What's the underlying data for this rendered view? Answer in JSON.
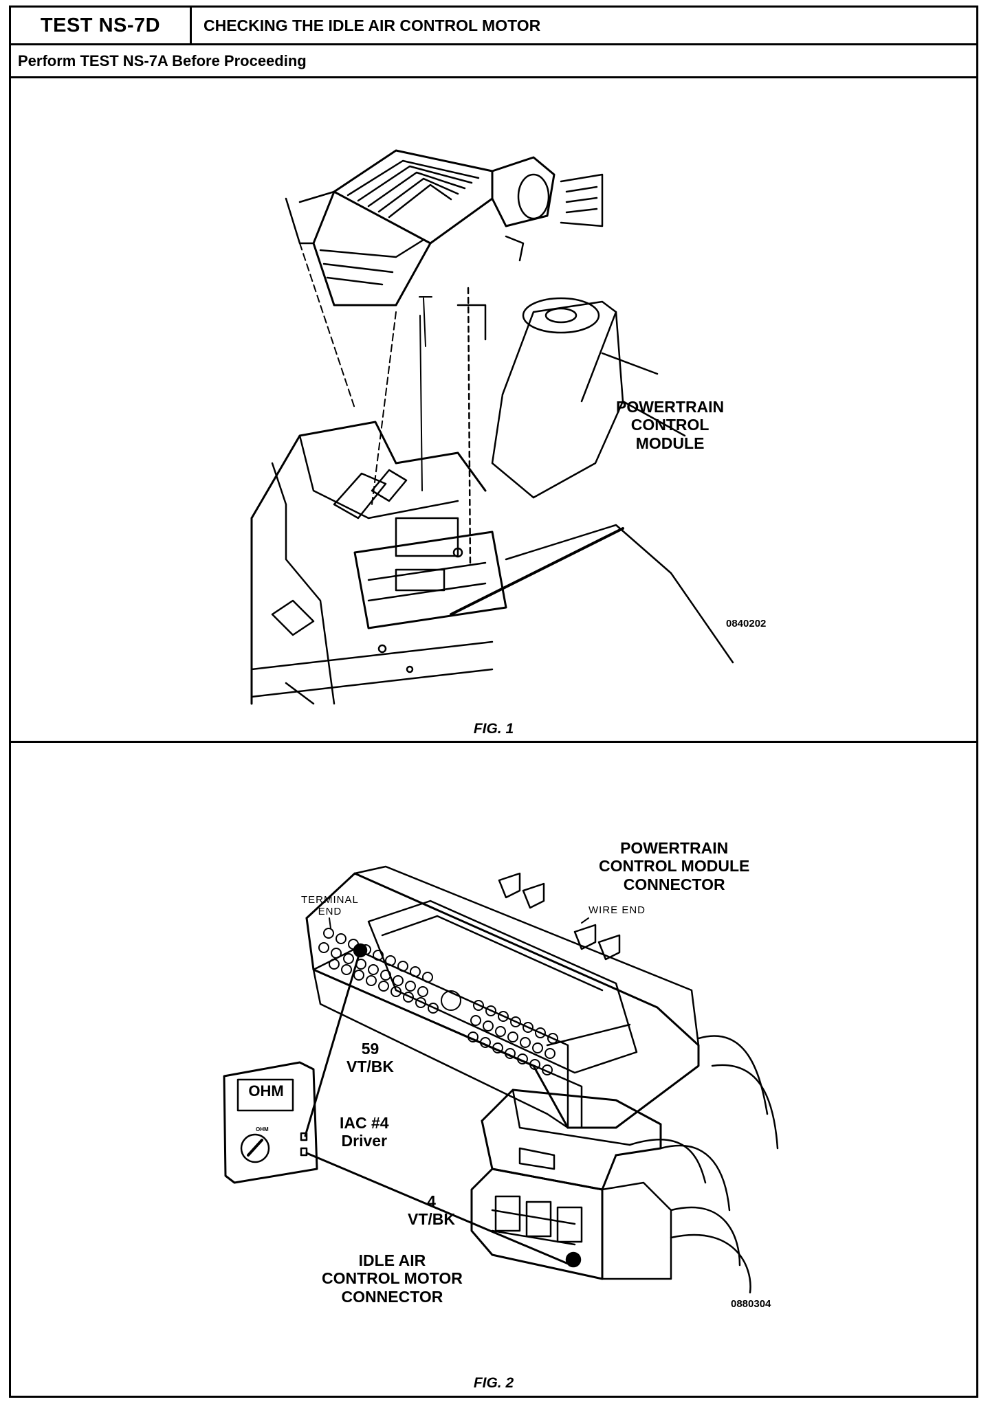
{
  "header": {
    "test_id": "TEST NS-7D",
    "title": "CHECKING THE IDLE AIR CONTROL MOTOR"
  },
  "prerequisite": "Perform TEST NS-7A Before Proceeding",
  "figure1": {
    "caption": "FIG. 1",
    "label_pcm": [
      "POWERTRAIN",
      "CONTROL",
      "MODULE"
    ],
    "code": "0840202"
  },
  "figure2": {
    "caption": "FIG. 2",
    "label_pcm_connector": [
      "POWERTRAIN",
      "CONTROL MODULE",
      "CONNECTOR"
    ],
    "terminal_end": [
      "TERMINAL",
      "END"
    ],
    "wire_end": "WIRE END",
    "pin59": [
      "59",
      "VT/BK"
    ],
    "iac_driver": [
      "IAC #4",
      "Driver"
    ],
    "pin4": [
      "4",
      "VT/BK"
    ],
    "meter_display": "OHM",
    "meter_dial": "OHM",
    "label_iac_connector": [
      "IDLE AIR",
      "CONTROL MOTOR",
      "CONNECTOR"
    ],
    "code": "0880304"
  }
}
